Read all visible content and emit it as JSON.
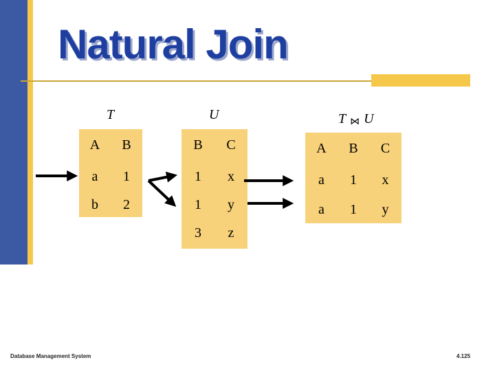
{
  "slide": {
    "title": "Natural Join",
    "footer_left": "Database Management System",
    "footer_right": "4.125",
    "colors": {
      "sidebar_blue": "#3b5aa3",
      "accent_gold": "#f5c84c",
      "cell_fill": "#f8d27a",
      "title_blue": "#1e3fa0"
    }
  },
  "relation_t": {
    "name": "T",
    "headers": [
      "A",
      "B"
    ],
    "rows": [
      [
        "a",
        "1"
      ],
      [
        "b",
        "2"
      ]
    ]
  },
  "relation_u": {
    "name": "U",
    "headers": [
      "B",
      "C"
    ],
    "rows": [
      [
        "1",
        "x"
      ],
      [
        "1",
        "y"
      ],
      [
        "3",
        "z"
      ]
    ]
  },
  "result": {
    "left": "T",
    "operator": "⋈",
    "right": "U",
    "headers": [
      "A",
      "B",
      "C"
    ],
    "rows": [
      [
        "a",
        "1",
        "x"
      ],
      [
        "a",
        "1",
        "y"
      ]
    ]
  }
}
